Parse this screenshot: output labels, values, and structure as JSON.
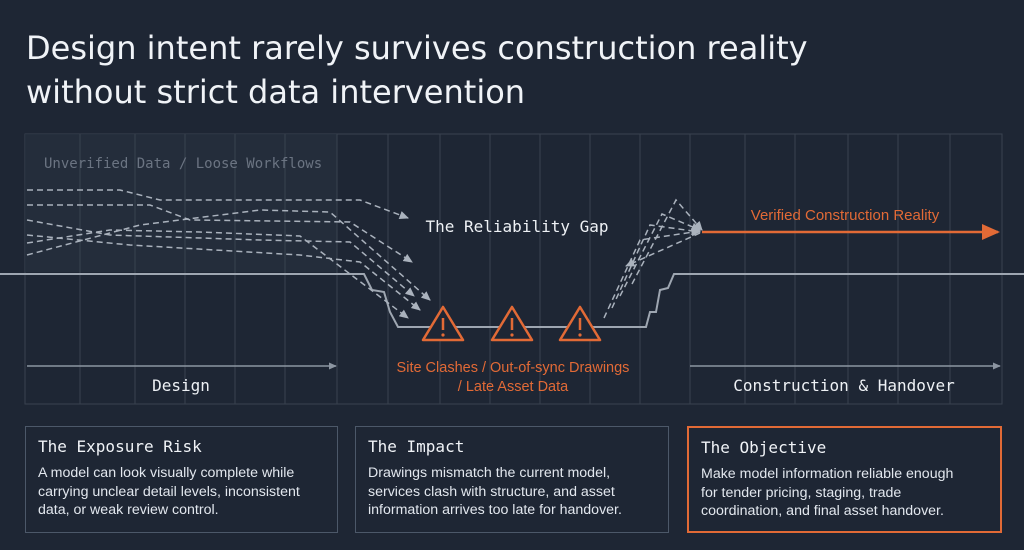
{
  "title": {
    "line1": "Design intent rarely survives construction reality",
    "line2": "without strict data intervention"
  },
  "diagram": {
    "unverified_label": "Unverified Data / Loose Workflows",
    "gap_label": "The Reliability Gap",
    "verified_label": "Verified Construction Reality",
    "clash_line1": "Site Clashes / Out-of-sync Drawings",
    "clash_line2": "/ Late Asset Data",
    "phase_design": "Design",
    "phase_construction": "Construction & Handover",
    "warning_icon": "warning-triangle-icon",
    "colors": {
      "accent": "#e26a36",
      "grid": "#39424f",
      "dashed": "#aab2bd",
      "ground": "#9ea6b1"
    }
  },
  "cards": [
    {
      "title": "The Exposure Risk",
      "lines": [
        "A model can look visually complete while",
        "carrying unclear detail levels, inconsistent",
        "data, or weak review control."
      ]
    },
    {
      "title": "The Impact",
      "lines": [
        "Drawings mismatch the current model,",
        "services clash with structure, and asset",
        "information arrives too late for handover."
      ]
    },
    {
      "title": "The Objective",
      "lines": [
        "Make model information reliable enough",
        "for tender pricing, staging, trade",
        "coordination, and final asset handover."
      ]
    }
  ]
}
